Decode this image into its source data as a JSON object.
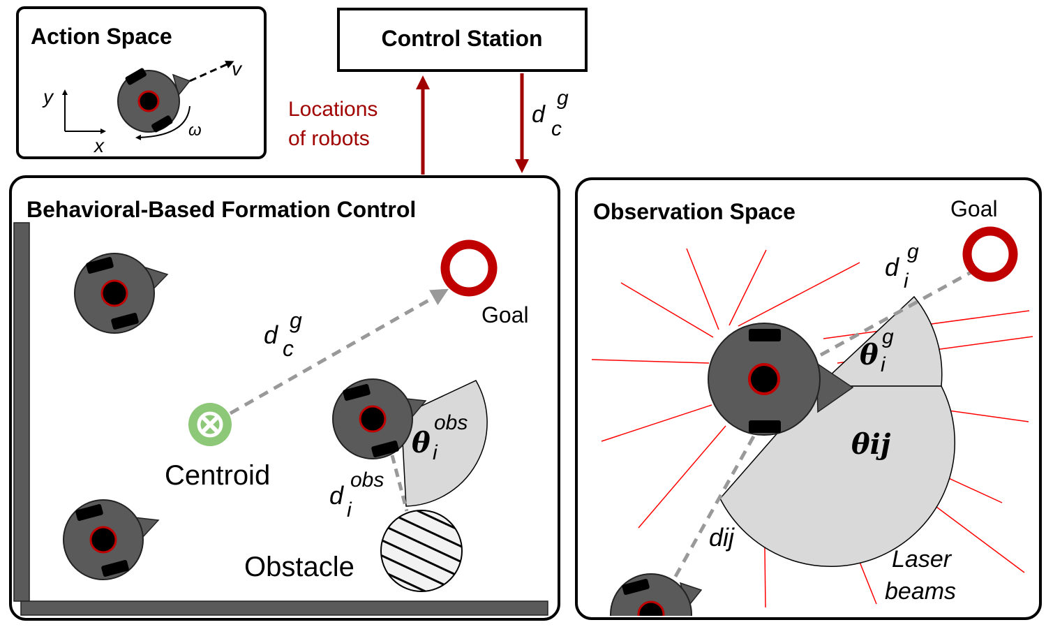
{
  "panels": {
    "action_space": {
      "title": "Action Space",
      "axis_x": "x",
      "axis_y": "y",
      "velocity": "v",
      "angular": "ω"
    },
    "control_station": {
      "title": "Control Station",
      "up_label_line1": "Locations",
      "up_label_line2": "of robots",
      "down_label_base": "d",
      "down_label_sub": "c",
      "down_label_sup": "g"
    },
    "formation": {
      "title": "Behavioral-Based Formation Control",
      "goal": "Goal",
      "centroid": "Centroid",
      "obstacle": "Obstacle",
      "dcg_base": "d",
      "dcg_sub": "c",
      "dcg_sup": "g",
      "theta_obs_base": "θ",
      "theta_obs_sub": "i",
      "theta_obs_sup": "obs",
      "d_obs_base": "d",
      "d_obs_sub": "i",
      "d_obs_sup": "obs"
    },
    "observation": {
      "title": "Observation Space",
      "goal": "Goal",
      "dig_base": "d",
      "dig_sub": "i",
      "dig_sup": "g",
      "theta_ig_base": "θ",
      "theta_ig_sub": "i",
      "theta_ig_sup": "g",
      "theta_ij": "θij",
      "dij": "dij",
      "laser_line1": "Laser",
      "laser_line2": "beams"
    }
  },
  "colors": {
    "robot_body": "#5a5a5a",
    "accent_red": "#c00000",
    "arrow_red": "#a00000",
    "centroid_green": "#8cc878",
    "sector_fill": "#d9d9d9",
    "laser_red": "#ff0000",
    "dashed_gray": "#999999"
  }
}
